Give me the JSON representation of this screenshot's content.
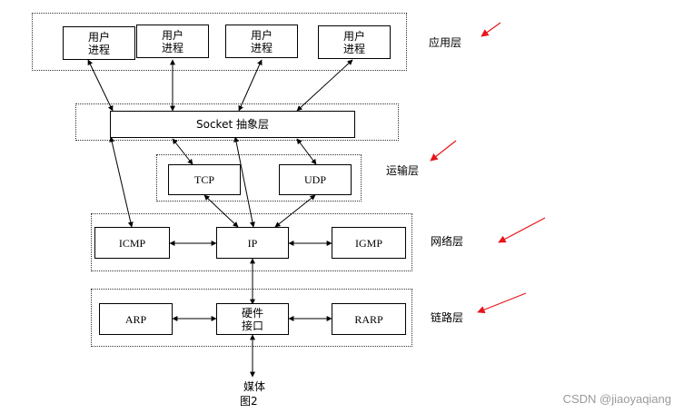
{
  "layers": {
    "application": "应用层",
    "transport": "运输层",
    "network": "网络层",
    "link": "链路层"
  },
  "nodes": {
    "user_process_line1": "用户",
    "user_process_line2": "进程",
    "socket": "Socket 抽象层",
    "tcp": "TCP",
    "udp": "UDP",
    "icmp": "ICMP",
    "ip": "IP",
    "igmp": "IGMP",
    "arp": "ARP",
    "hw_line1": "硬件",
    "hw_line2": "接口",
    "rarp": "RARP",
    "media": "媒体"
  },
  "caption": "图2",
  "watermark": "CSDN @jiaoyaqiang",
  "colors": {
    "pointer_arrow": "#e8141b",
    "line": "#000000"
  }
}
